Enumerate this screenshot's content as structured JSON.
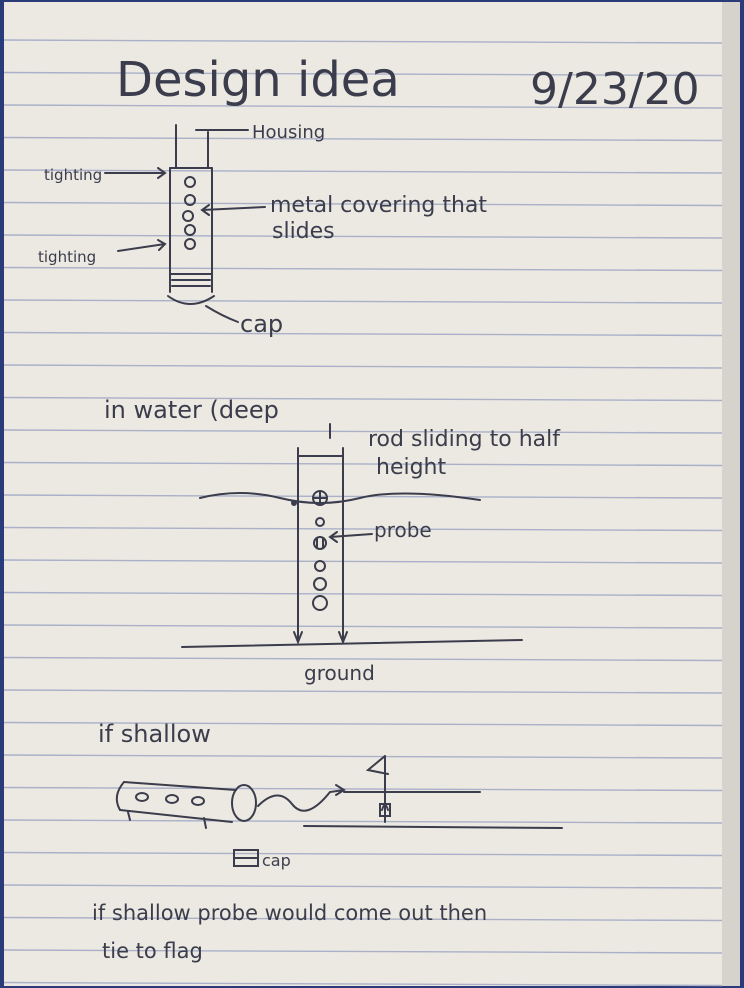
{
  "photo": {
    "paper_color": "#ece9e2",
    "rule_color": "#a9b0c8",
    "ink_color": "#3b3d4c",
    "border_color": "#2b3a78"
  },
  "title": "Design idea",
  "date": "9/23/20",
  "sketch1": {
    "housing": "Housing",
    "tightening_top": "tighting",
    "tightening_bottom": "tighting",
    "metal_line1": "metal covering that",
    "metal_line2": "slides",
    "cap": "cap"
  },
  "section2": {
    "heading": "in water (deep",
    "rod_line1": "rod sliding to half",
    "rod_line2": "height",
    "probe": "probe",
    "ground": "ground"
  },
  "section3": {
    "heading": "if shallow",
    "cap": "cap"
  },
  "note": {
    "line1": "if shallow probe would come out then",
    "line2": "tie to flag"
  }
}
